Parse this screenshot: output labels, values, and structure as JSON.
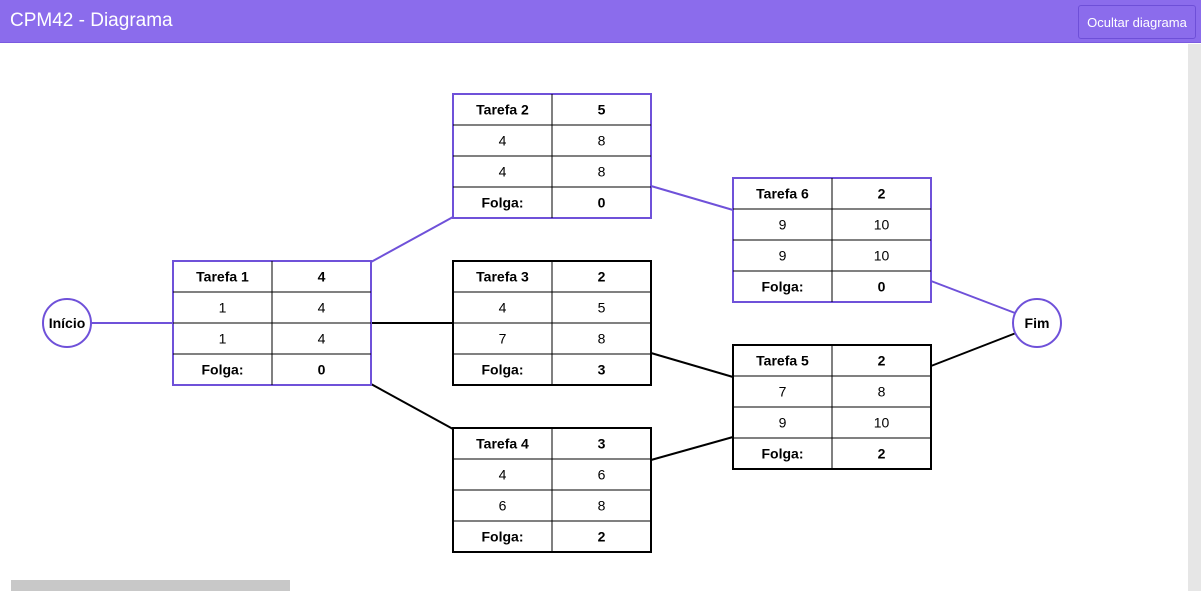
{
  "app": {
    "title": "CPM42 - Diagrama",
    "toggle_label": "Ocultar diagrama"
  },
  "colors": {
    "accent": "#8b6cec",
    "critical": "#6f51d9",
    "normal": "#000000"
  },
  "diagram": {
    "start_label": "Início",
    "end_label": "Fim",
    "slack_label": "Folga:",
    "tasks": [
      {
        "id": "t1",
        "name": "Tarefa 1",
        "duration": "4",
        "es": "1",
        "ef": "4",
        "ls": "1",
        "lf": "4",
        "slack": "0",
        "critical": true
      },
      {
        "id": "t2",
        "name": "Tarefa 2",
        "duration": "5",
        "es": "4",
        "ef": "8",
        "ls": "4",
        "lf": "8",
        "slack": "0",
        "critical": true
      },
      {
        "id": "t3",
        "name": "Tarefa 3",
        "duration": "2",
        "es": "4",
        "ef": "5",
        "ls": "7",
        "lf": "8",
        "slack": "3",
        "critical": false
      },
      {
        "id": "t4",
        "name": "Tarefa 4",
        "duration": "3",
        "es": "4",
        "ef": "6",
        "ls": "6",
        "lf": "8",
        "slack": "2",
        "critical": false
      },
      {
        "id": "t5",
        "name": "Tarefa 5",
        "duration": "2",
        "es": "7",
        "ef": "8",
        "ls": "9",
        "lf": "10",
        "slack": "2",
        "critical": false
      },
      {
        "id": "t6",
        "name": "Tarefa 6",
        "duration": "2",
        "es": "9",
        "ef": "10",
        "ls": "9",
        "lf": "10",
        "slack": "0",
        "critical": true
      }
    ],
    "edges": [
      {
        "from": "start",
        "to": "t1",
        "critical": true
      },
      {
        "from": "t1",
        "to": "t2",
        "critical": true
      },
      {
        "from": "t1",
        "to": "t3",
        "critical": false
      },
      {
        "from": "t1",
        "to": "t4",
        "critical": false
      },
      {
        "from": "t2",
        "to": "t6",
        "critical": true
      },
      {
        "from": "t3",
        "to": "t5",
        "critical": false
      },
      {
        "from": "t4",
        "to": "t5",
        "critical": false
      },
      {
        "from": "t6",
        "to": "end",
        "critical": true
      },
      {
        "from": "t5",
        "to": "end",
        "critical": false
      }
    ]
  }
}
